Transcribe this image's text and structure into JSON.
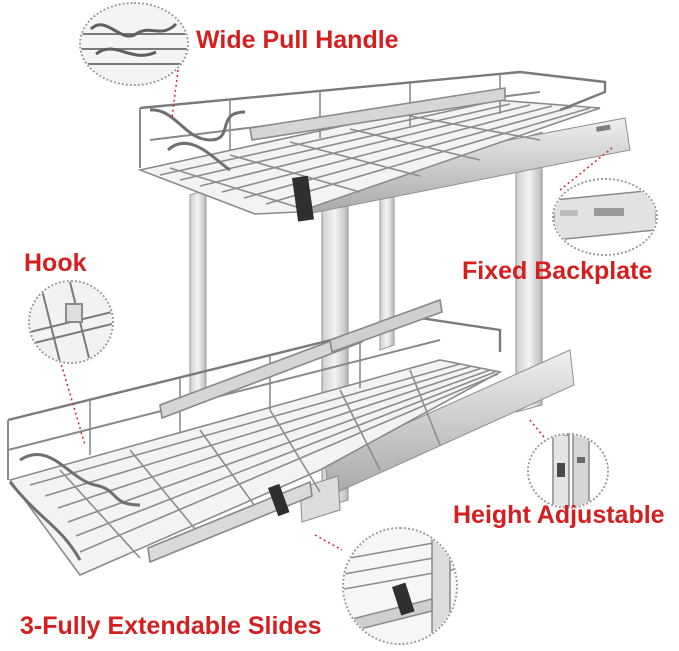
{
  "colors": {
    "label_red": "#d51f1f",
    "chrome_light": "#e6e6e6",
    "chrome_mid": "#b8b8b8",
    "chrome_dark": "#7d7d7d",
    "leader_red": "#cc2b2b"
  },
  "callouts": {
    "wide_pull_handle": "Wide Pull Handle",
    "hook": "Hook",
    "fixed_backplate": "Fixed Backplate",
    "height_adjustable": "Height Adjustable",
    "extendable_slides": "3-Fully Extendable Slides"
  },
  "icons": {
    "handle_detail": "pull-handle-closeup",
    "hook_detail": "hook-closeup",
    "backplate_detail": "backplate-closeup",
    "height_detail": "height-adjust-closeup",
    "slide_detail": "slide-closeup"
  }
}
